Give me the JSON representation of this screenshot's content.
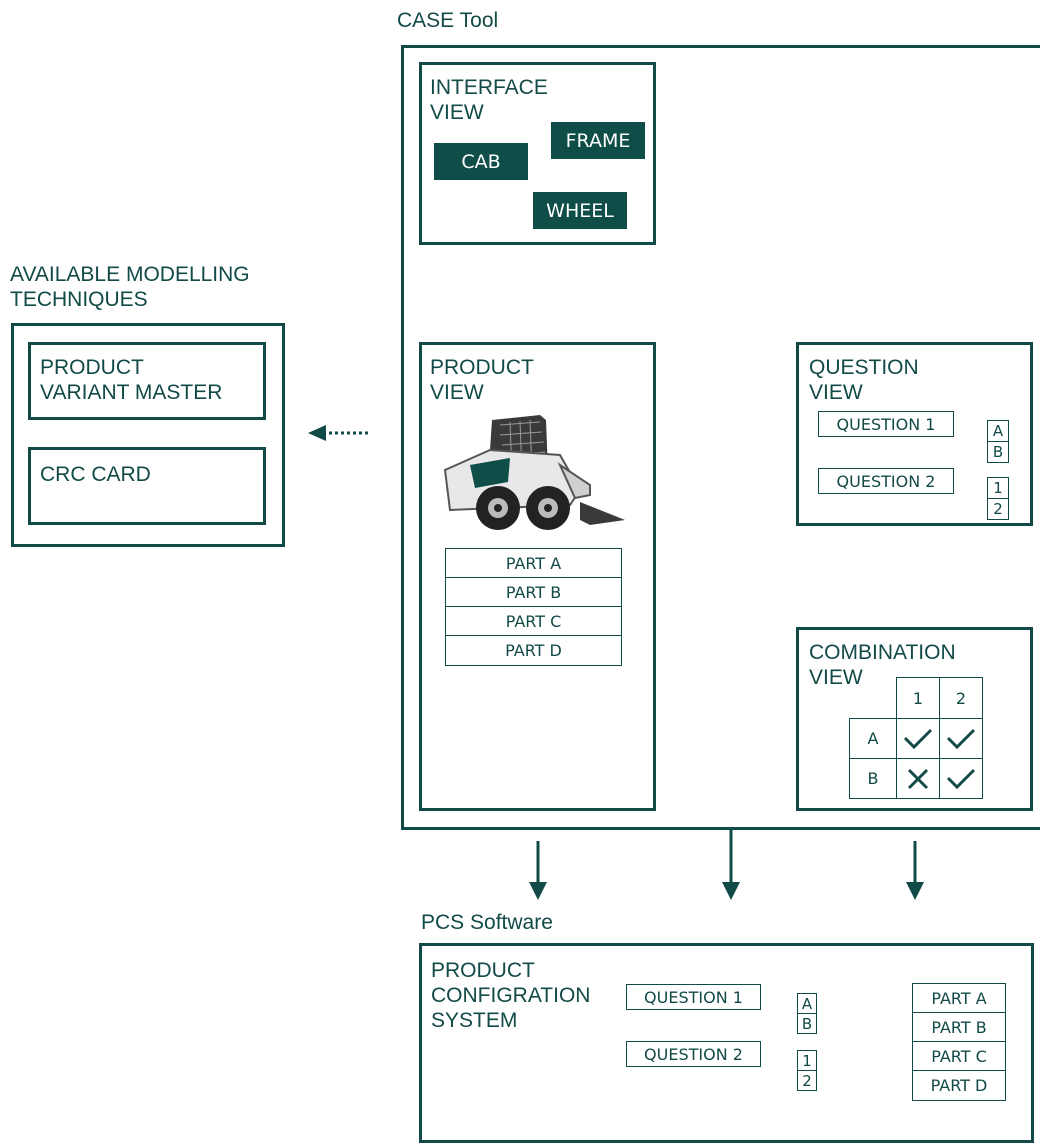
{
  "case_tool": {
    "title": "CASE Tool",
    "interface_view": {
      "label": "INTERFACE\nVIEW",
      "nodes": [
        "CAB",
        "FRAME",
        "WHEEL"
      ]
    },
    "product_view": {
      "label": "PRODUCT\nVIEW",
      "parts": [
        "PART A",
        "PART B",
        "PART C",
        "PART D"
      ]
    },
    "question_view": {
      "label": "QUESTION\nVIEW",
      "questions": [
        {
          "text": "QUESTION 1",
          "options": [
            "A",
            "B"
          ]
        },
        {
          "text": "QUESTION 2",
          "options": [
            "1",
            "2"
          ]
        }
      ]
    },
    "combination_view": {
      "label": "COMBINATION\nVIEW",
      "columns": [
        "1",
        "2"
      ],
      "rows": [
        {
          "label": "A",
          "cells": [
            "check",
            "check"
          ]
        },
        {
          "label": "B",
          "cells": [
            "cross",
            "check"
          ]
        }
      ]
    }
  },
  "available_techniques": {
    "title": "AVAILABLE MODELLING\nTECHNIQUES",
    "items": [
      "PRODUCT\nVARIANT MASTER",
      "CRC CARD"
    ]
  },
  "pcs_software": {
    "title": "PCS Software",
    "system_label": "PRODUCT\nCONFIGRATION\nSYSTEM",
    "questions": [
      {
        "text": "QUESTION 1",
        "options": [
          "A",
          "B"
        ]
      },
      {
        "text": "QUESTION 2",
        "options": [
          "1",
          "2"
        ]
      }
    ],
    "parts": [
      "PART A",
      "PART B",
      "PART C",
      "PART D"
    ]
  },
  "icons": [
    "skid-steer-loader-icon",
    "check-icon",
    "cross-icon",
    "arrow-icon"
  ],
  "colors": {
    "primary": "#114a47",
    "box_fill": "#0e4d48"
  }
}
